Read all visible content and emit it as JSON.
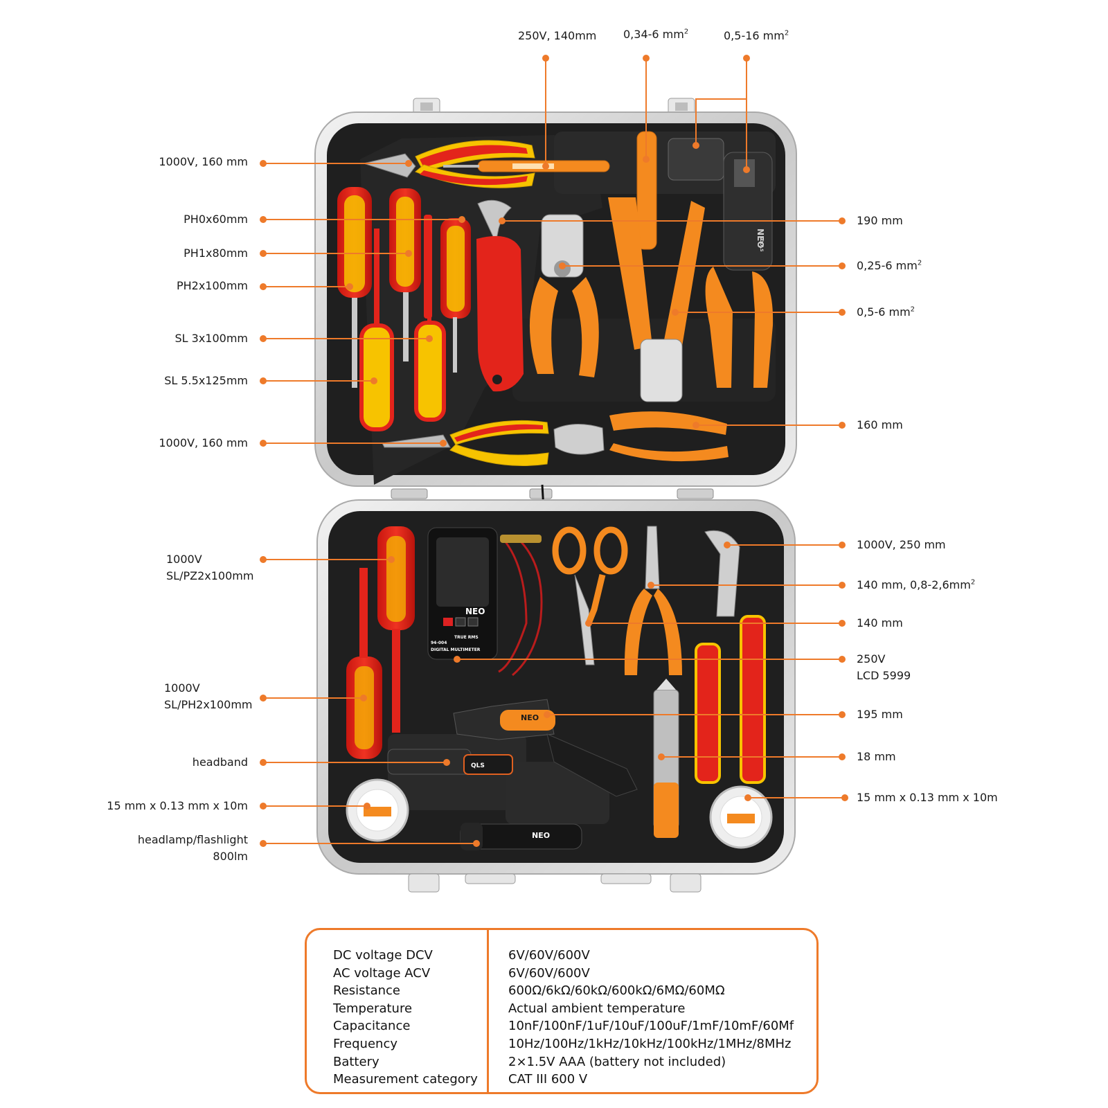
{
  "colors": {
    "accent": "#ee7a2a",
    "tool_red": "#e3241b",
    "tool_yellow": "#f7c300",
    "tool_orange": "#f48a1f",
    "case_black": "#1d1d1d",
    "case_frame": "#d6d6d6"
  },
  "icons": {
    "brand_logo": "NEO",
    "brand_sub": "TOOLS",
    "meter_model": "94-004",
    "meter_caption": "DIGITAL MULTIMETER",
    "meter_badge": "TRUE RMS",
    "headlamp_logo": "QLS"
  },
  "labels": {
    "top1": "250V, 140mm",
    "top2": "0,34-6 mm",
    "top2_sup": "2",
    "top3": "0,5-16 mm",
    "top3_sup": "2",
    "l1": "1000V, 160 mm",
    "l2": "PH0x60mm",
    "l3": "PH1x80mm",
    "l4": "PH2x100mm",
    "l5": "SL 3x100mm",
    "l6": "SL 5.5x125mm",
    "l7": "1000V, 160 mm",
    "l8a": "1000V",
    "l8b": "SL/PZ2x100mm",
    "l9a": "1000V",
    "l9b": "SL/PH2x100mm",
    "l10": "headband",
    "l11": "15 mm x 0.13 mm x 10m",
    "l12a": "headlamp/flashlight",
    "l12b": "800lm",
    "r1": "190 mm",
    "r2": "0,25-6 mm",
    "r2_sup": "2",
    "r3": "0,5-6 mm",
    "r3_sup": "2",
    "r4": "160 mm",
    "r5": "1000V, 250 mm",
    "r6": "140 mm, 0,8-2,6mm",
    "r6_sup": "2",
    "r7": "140 mm",
    "r8a": "250V",
    "r8b": "LCD 5999",
    "r9": "195 mm",
    "r10": "18 mm",
    "r11": "15 mm x 0.13 mm x 10m"
  },
  "specs": {
    "rows": [
      {
        "label": "DC voltage DCV",
        "value": "6V/60V/600V"
      },
      {
        "label": "AC voltage ACV",
        "value": "6V/60V/600V"
      },
      {
        "label": "Resistance",
        "value": "600Ω/6kΩ/60kΩ/600kΩ/6MΩ/60MΩ"
      },
      {
        "label": "Temperature",
        "value": "Actual ambient temperature"
      },
      {
        "label": "Capacitance",
        "value": "10nF/100nF/1uF/10uF/100uF/1mF/10mF/60Mf"
      },
      {
        "label": "Frequency",
        "value": "10Hz/100Hz/1kHz/10kHz/100kHz/1MHz/8MHz"
      },
      {
        "label": "Battery",
        "value": "2×1.5V AAA (battery not included)"
      },
      {
        "label": "Measurement category",
        "value": "CAT III 600 V"
      }
    ]
  }
}
